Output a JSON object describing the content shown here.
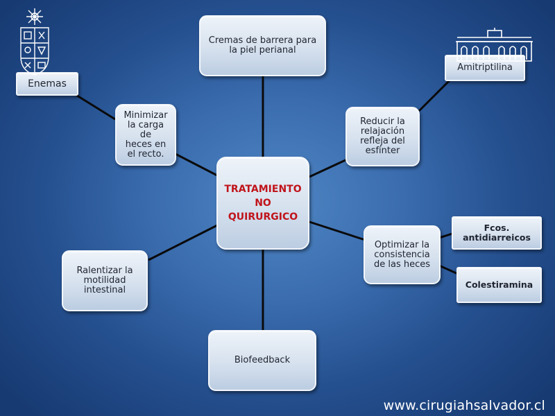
{
  "diagram": {
    "center": "TRATAMIENTO\nNO\nQUIRURGICO",
    "nodes": {
      "cremas": "Cremas de barrera para\nla piel perianal",
      "reducir": "Reducir la\nrelajación\nrefleja del\nesfínter",
      "optimizar": "Optimizar la\nconsistencia\nde las heces",
      "biofeedback": "Biofeedback",
      "ralentizar": "Ralentizar la\nmotilidad\nintestinal",
      "minimizar": "Minimizar\nla carga de\nheces en\nel recto."
    },
    "leaves": {
      "enemas": "Enemas",
      "amitriptilina": "Amitriptilina",
      "fcos": "Fcos.\nantidiarreicos",
      "colestiramina": "Colestiramina"
    }
  },
  "footer": {
    "url": "www.cirugiahsalvador.cl"
  },
  "colors": {
    "center_text": "#c0141b",
    "connector": "#0a0a0a",
    "background": "#2f5e9e"
  },
  "icons": {
    "left_logo": "university-shield-logo",
    "right_logo": "hospital-building-logo"
  }
}
